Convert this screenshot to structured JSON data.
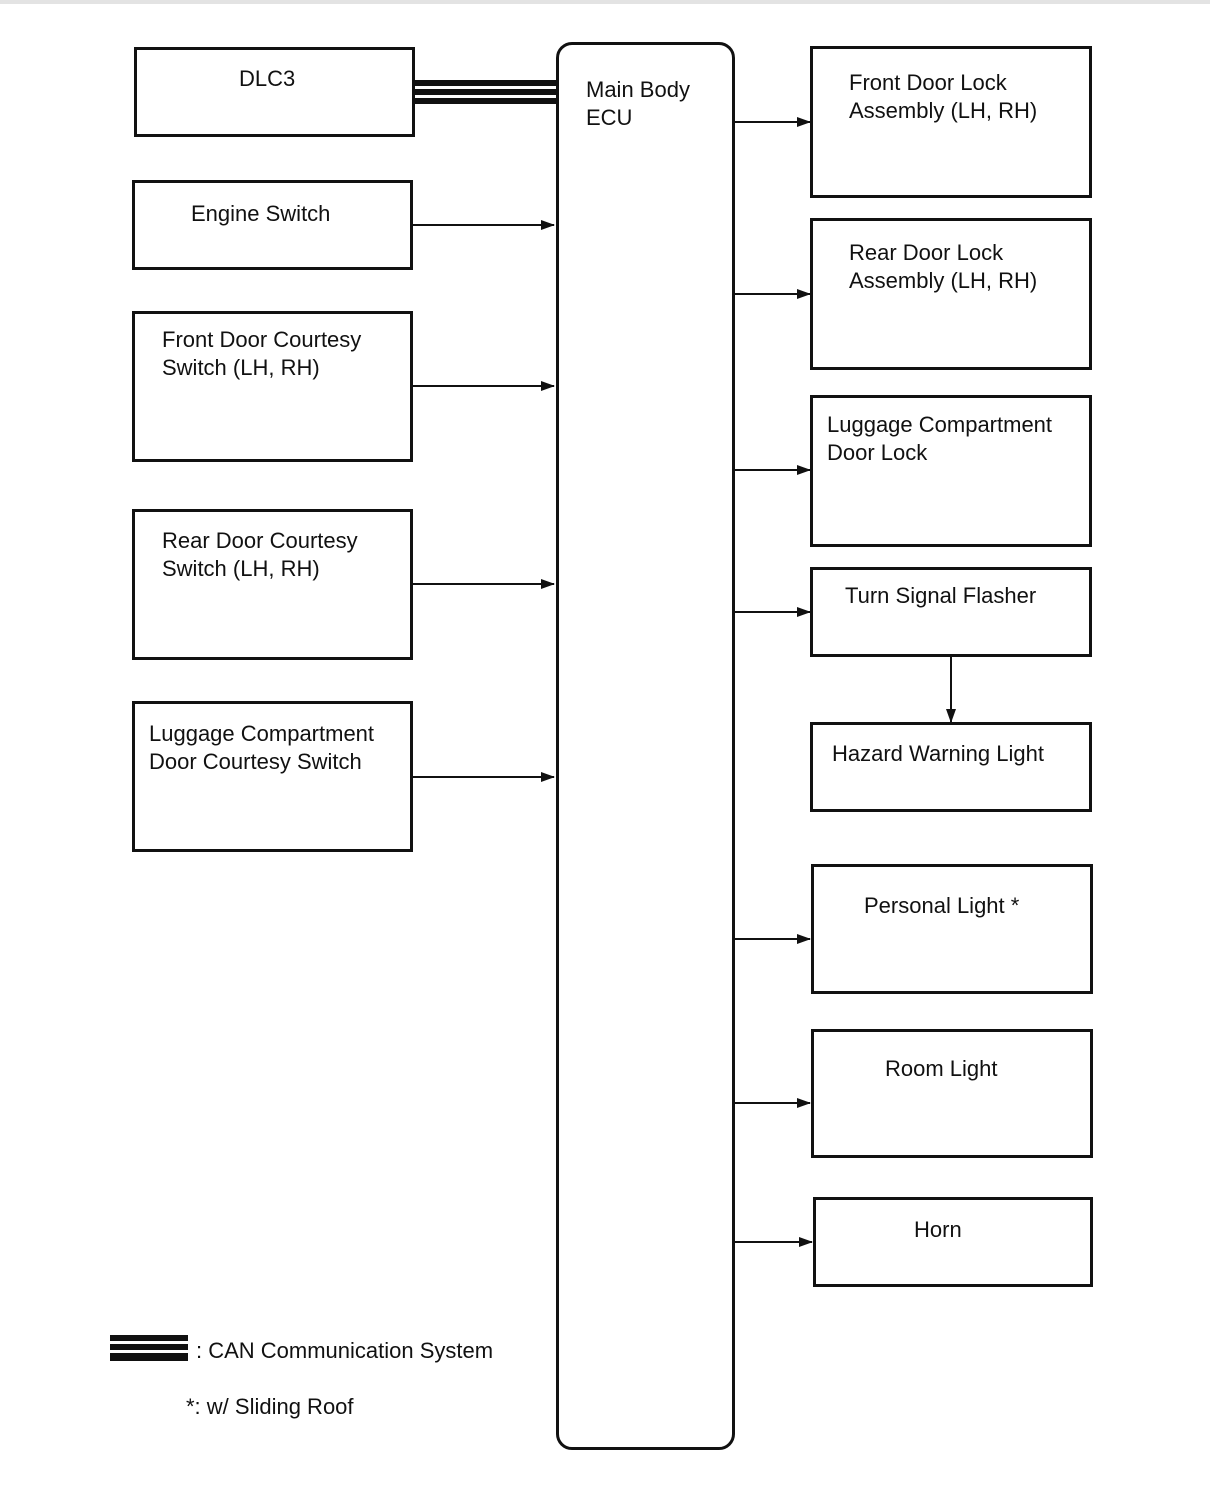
{
  "diagram": {
    "ecu": {
      "label": "Main Body\nECU"
    },
    "inputs": {
      "dlc3": "DLC3",
      "engine_switch": "Engine Switch",
      "front_door_courtesy": "Front Door Courtesy\nSwitch (LH, RH)",
      "rear_door_courtesy": "Rear Door Courtesy\nSwitch (LH, RH)",
      "luggage_door_courtesy": "Luggage Compartment\nDoor Courtesy Switch"
    },
    "outputs": {
      "front_door_lock": "Front Door Lock\nAssembly (LH, RH)",
      "rear_door_lock": "Rear Door Lock\nAssembly (LH, RH)",
      "luggage_door_lock": "Luggage Compartment\nDoor Lock",
      "turn_signal_flasher": "Turn Signal Flasher",
      "hazard_warning_light": "Hazard Warning Light",
      "personal_light": "Personal Light *",
      "room_light": "Room Light",
      "horn": "Horn"
    },
    "legend": {
      "can_system": ": CAN Communication System",
      "sliding_roof_note": "*: w/ Sliding Roof"
    }
  }
}
